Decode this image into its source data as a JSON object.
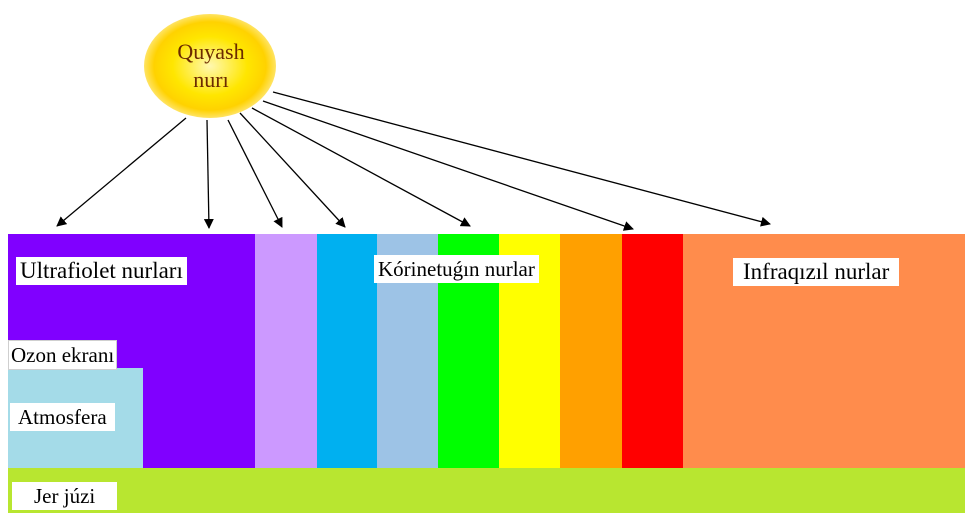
{
  "sun": {
    "label_line1": "Quyash",
    "label_line2": "nurı"
  },
  "labels": {
    "ultraviolet": "Ultrafiolet nurları",
    "visible": "Kórinetuǵın nurlar",
    "infrared": "Infraqızıl nurlar",
    "ozone": "Ozon ekranı",
    "atmosphere": "Atmosfera",
    "ground": "Jer júzi"
  },
  "colors": {
    "ultraviolet": "#8000ff",
    "violet_light": "#cc99ff",
    "blue": "#00b0f0",
    "light_blue": "#9dc3e6",
    "green": "#00ff00",
    "yellow": "#ffff00",
    "orange": "#ffa000",
    "red": "#ff0000",
    "infrared": "#ff8c4c",
    "atmosphere": "#a4dbe8",
    "ground": "#b8e630"
  }
}
